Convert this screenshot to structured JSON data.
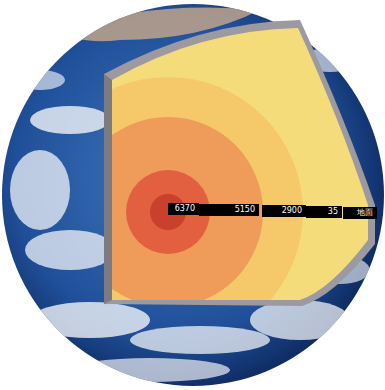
{
  "diagram": {
    "labels": [
      "6370",
      "5150",
      "2900",
      "35",
      "地面"
    ]
  }
}
